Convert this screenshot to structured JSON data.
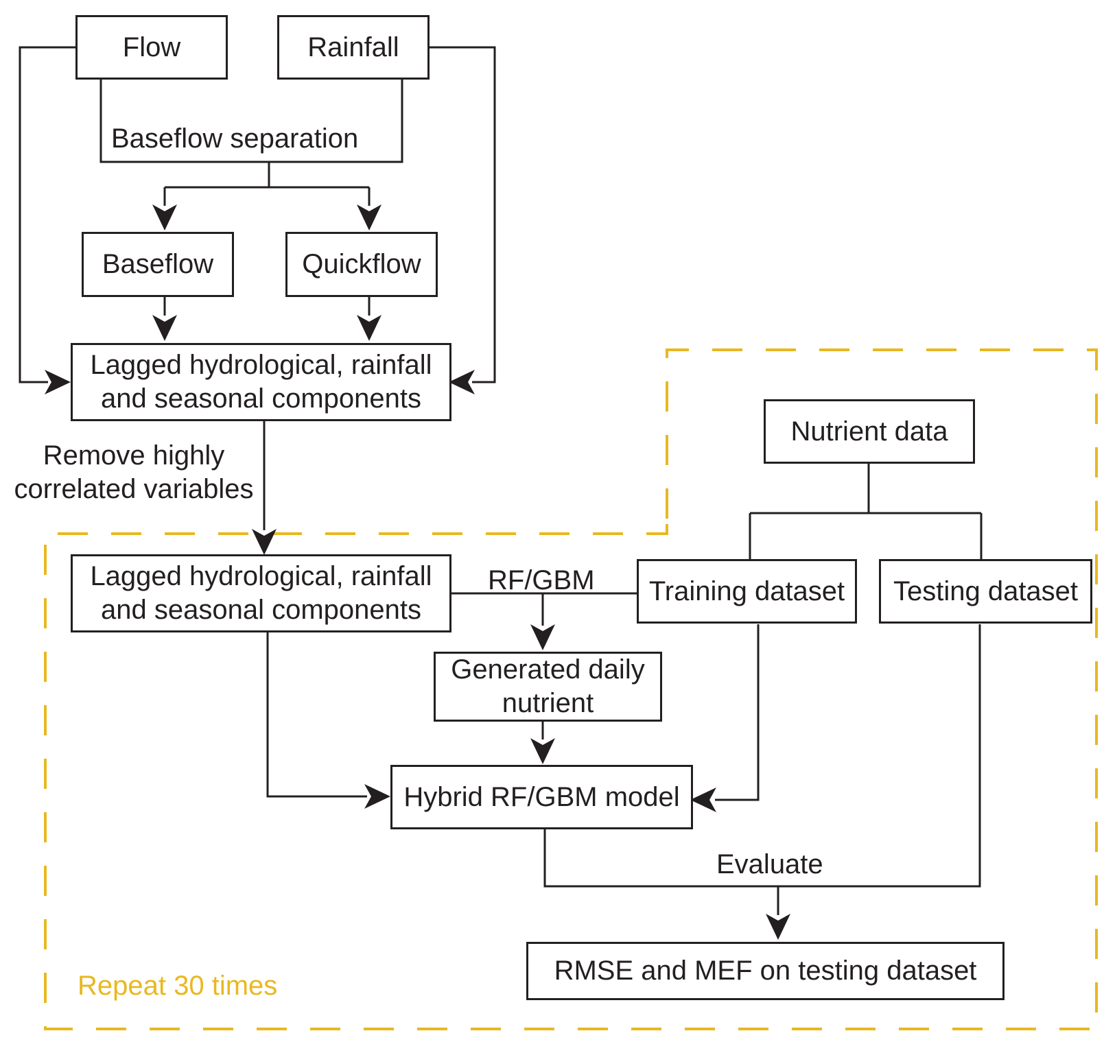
{
  "colors": {
    "line": "#231f20",
    "repeat_region": "#e8b820"
  },
  "boxes": {
    "flow": "Flow",
    "rainfall": "Rainfall",
    "baseflow_separation": "Baseflow separation",
    "baseflow": "Baseflow",
    "quickflow": "Quickflow",
    "lagged_components_1": [
      "Lagged hydrological, rainfall",
      "and seasonal components"
    ],
    "lagged_components_2": [
      "Lagged hydrological, rainfall",
      "and seasonal components"
    ],
    "nutrient_data": "Nutrient data",
    "training_dataset": "Training dataset",
    "testing_dataset": "Testing dataset",
    "generated_daily_nutrient": [
      "Generated daily",
      "nutrient"
    ],
    "hybrid_model": "Hybrid RF/GBM model",
    "rmse_mef": "RMSE and MEF on testing dataset"
  },
  "labels": {
    "remove_correlated": [
      "Remove highly",
      "correlated variables"
    ],
    "rf_gbm": "RF/GBM",
    "evaluate": "Evaluate",
    "repeat": "Repeat 30 times"
  }
}
